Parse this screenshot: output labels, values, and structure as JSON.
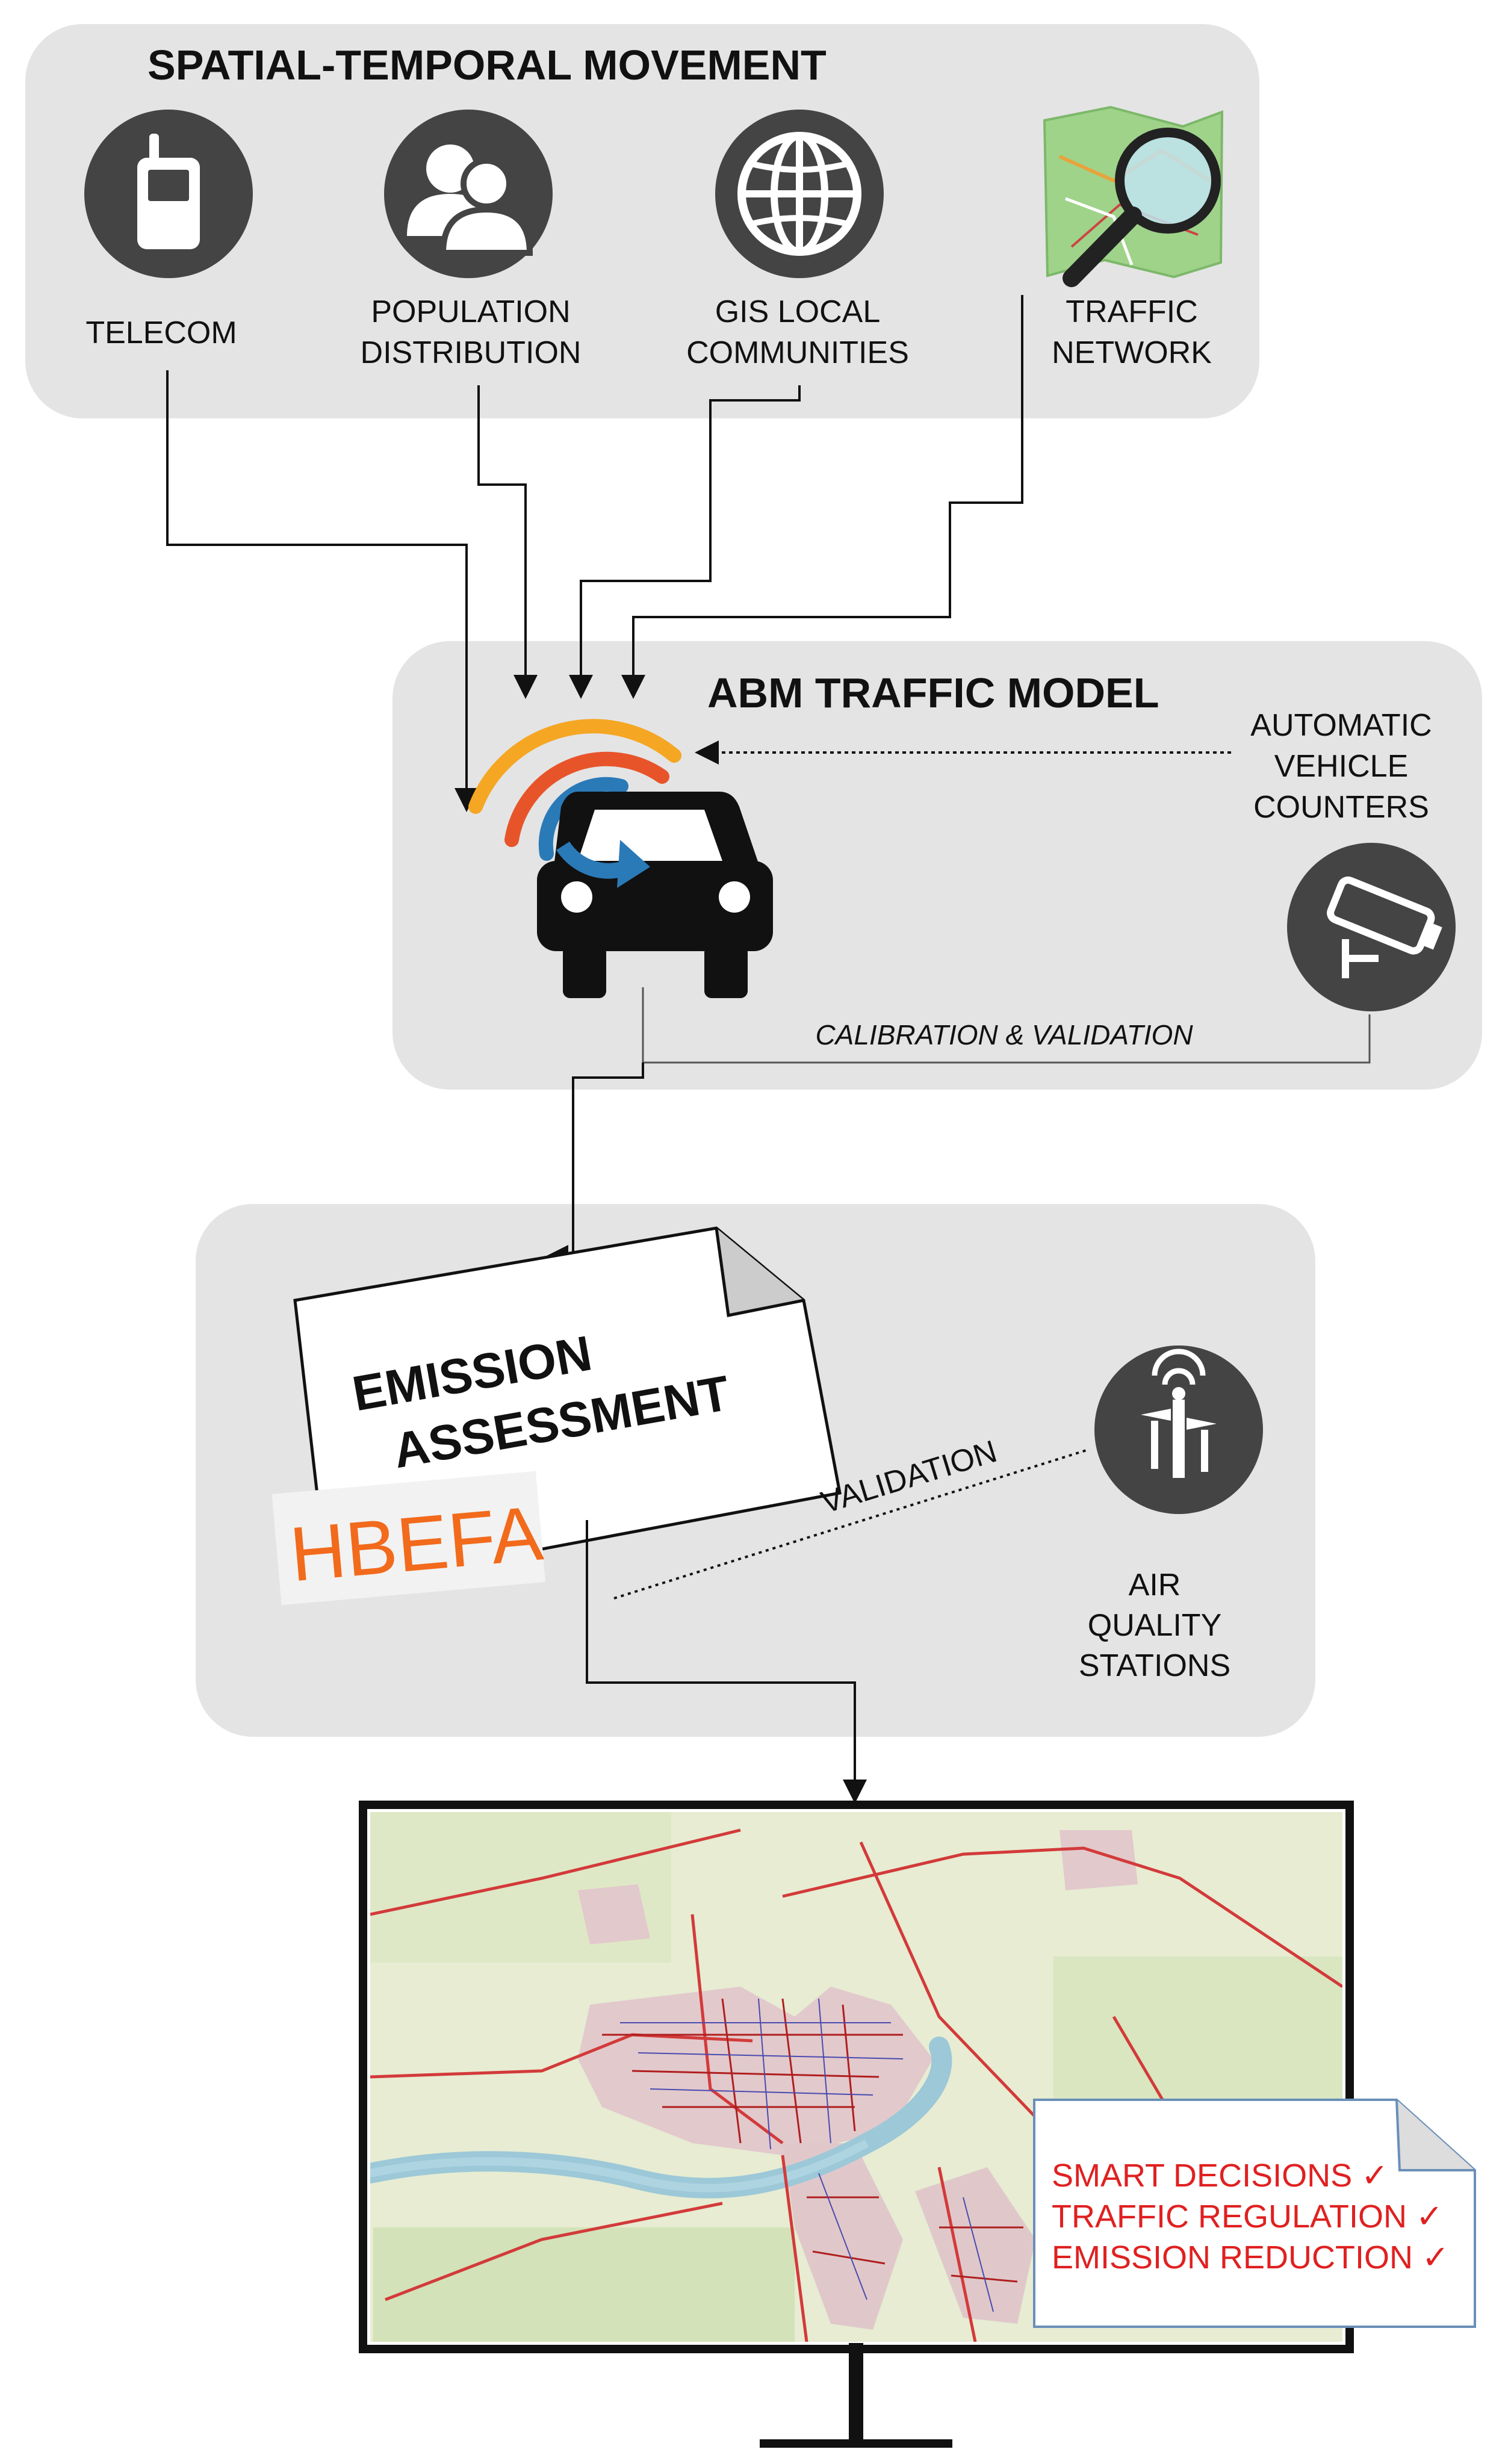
{
  "sections": {
    "spatial": {
      "title": "SPATIAL-TEMPORAL MOVEMENT",
      "sources": {
        "telecom": "TELECOM",
        "population": [
          "POPULATION",
          "DISTRIBUTION"
        ],
        "gis": [
          "GIS LOCAL",
          "COMMUNITIES"
        ],
        "traffic": [
          "TRAFFIC",
          "NETWORK"
        ]
      }
    },
    "abm": {
      "title": "ABM TRAFFIC MODEL",
      "counters": [
        "AUTOMATIC",
        "VEHICLE",
        "COUNTERS"
      ],
      "calibration": "CALIBRATION & VALIDATION"
    },
    "emission": {
      "title": [
        "EMISSION",
        "ASSESSMENT"
      ],
      "hbefa": "HBEFA",
      "validation": "VALIDATION",
      "air": [
        "AIR",
        "QUALITY",
        "STATIONS"
      ]
    },
    "output": {
      "checklist": [
        "SMART DECISIONS ✓",
        "TRAFFIC REGULATION ✓",
        "EMISSION REDUCTION ✓"
      ]
    }
  },
  "colors": {
    "panel": "#e4e4e4",
    "icon_circle": "#444444",
    "hbefa": "#f26a1b",
    "checklist": "#e02020",
    "arc_orange": "#f5a623",
    "arc_red": "#e8542a",
    "arc_blue": "#2a7ab8",
    "river": "#9cc8d8",
    "map_land": "#e7ecd2",
    "roads": "#d33a3a"
  },
  "icons": [
    "phone-icon",
    "people-icon",
    "globe-icon",
    "map-search-icon",
    "car-icon",
    "camera-icon",
    "antenna-icon",
    "monitor-icon"
  ]
}
